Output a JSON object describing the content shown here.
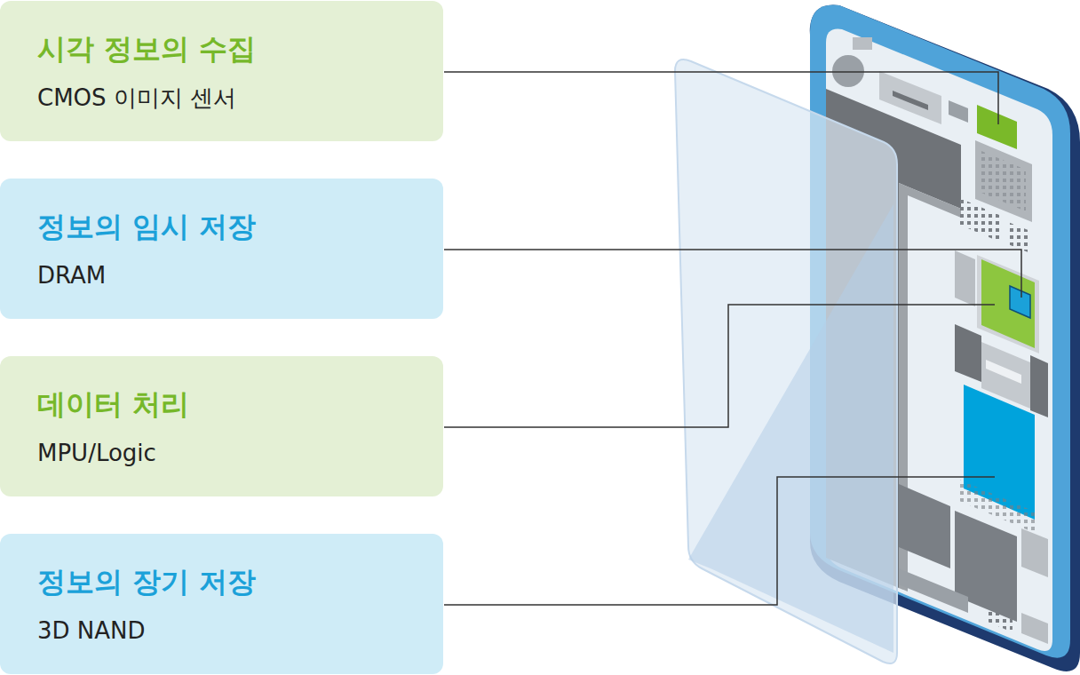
{
  "diagram": {
    "nodes": [
      {
        "text": [
          "시각 정보의 수집",
          "CMOS 이미지 센서"
        ]
      },
      {
        "text": [
          "정보의 임시 저장",
          "DRAM"
        ]
      },
      {
        "text": [
          "데이터 처리",
          "MPU/Logic"
        ]
      },
      {
        "text": [
          "정보의 장기 저장",
          "3D NAND"
        ]
      }
    ],
    "edges": []
  }
}
